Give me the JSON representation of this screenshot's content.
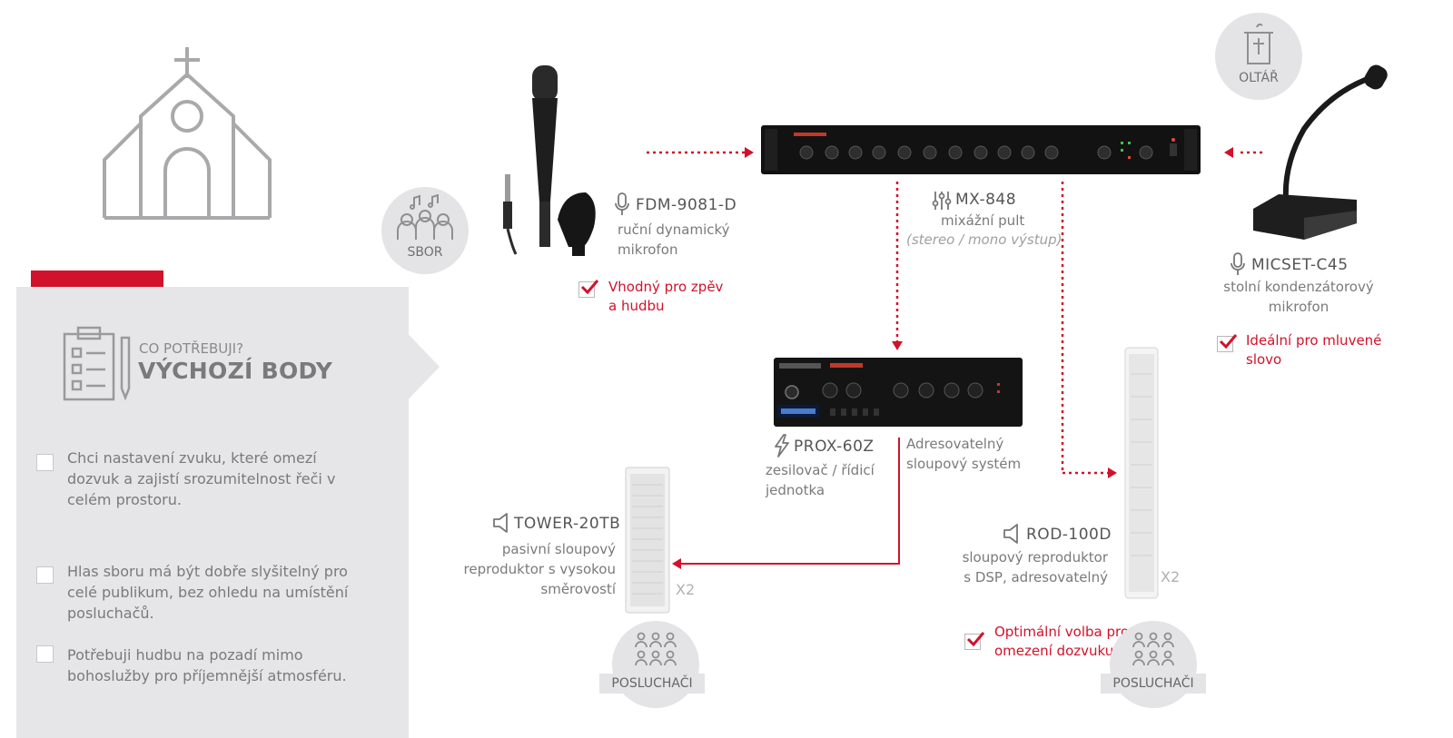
{
  "left_panel": {
    "subtitle": "CO POTŘEBUJI?",
    "title": "VÝCHOZÍ BODY",
    "items": [
      "Chci nastavení zvuku, které omezí dozvuk a zajistí srozumitelnost řeči v celém prostoru.",
      "Hlas sboru má být dobře slyšitelný pro celé publikum, bez ohledu na umístění posluchačů.",
      "Potřebuji hudbu na pozadí mimo bohoslužby pro příjemnější atmosféru."
    ]
  },
  "zones": {
    "choir": "SBOR",
    "altar": "OLTÁŘ",
    "listeners_left": "POSLUCHAČI",
    "listeners_right": "POSLUCHAČI"
  },
  "devices": {
    "fdm": {
      "model": "FDM-9081-D",
      "desc": "ruční dynamický mikrofon",
      "note": "Vhodný pro zpěv a hudbu"
    },
    "mx": {
      "model": "MX-848",
      "desc": "mixážní pult",
      "desc2": "(stereo / mono výstup)"
    },
    "micset": {
      "model": "MICSET-C45",
      "desc": "stolní kondenzátorový mikrofon",
      "note": "Ideální pro mluvené slovo"
    },
    "prox": {
      "model": "PROX-60Z",
      "desc": "zesilovač / řídicí jednotka"
    },
    "addressable": {
      "label": "Adresovatelný sloupový systém"
    },
    "tower": {
      "model": "TOWER-20TB",
      "desc": "pasivní sloupový reproduktor s vysokou směrovostí",
      "qty": "X2"
    },
    "rod": {
      "model": "ROD-100D",
      "desc": "sloupový reproduktor s DSP, adresovatelný",
      "qty": "X2",
      "note": "Optimální volba pro omezení dozvuku"
    }
  },
  "colors": {
    "accent": "#d1122a",
    "panel": "#e6e6e8",
    "icon_gray": "#9a9a9a"
  }
}
